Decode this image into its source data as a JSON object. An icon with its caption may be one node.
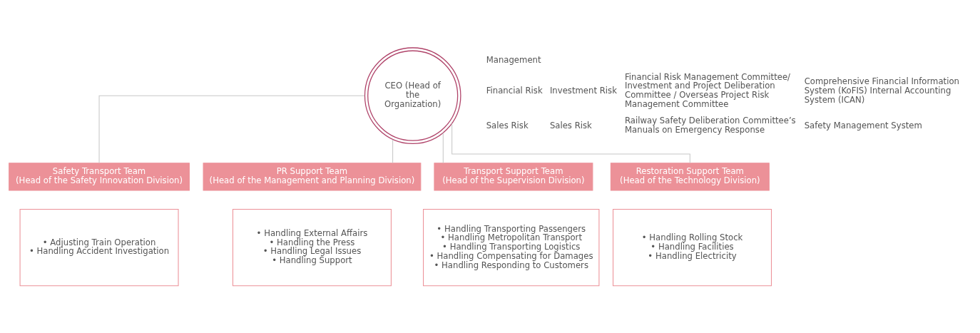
{
  "diagram": {
    "nodes": [
      {
        "text": [
          "CEO (Head of the Organization)"
        ]
      },
      {
        "text": [
          "Safety Transport Team",
          "(Head of the Safety Innovation Division)"
        ]
      },
      {
        "text": [
          "PR Support Team",
          "(Head of the Management and Planning Division)"
        ]
      },
      {
        "text": [
          "Transport Support Team",
          "(Head of the Supervision Division)"
        ]
      },
      {
        "text": [
          "Restoration Support Team",
          "(Head of the Technology Division)"
        ]
      },
      {
        "text": [
          "• Adjusting Train Operation",
          "• Handling Accident Investigation"
        ]
      },
      {
        "text": [
          "• Handling External Affairs",
          "• Handling the Press",
          "• Handling Legal Issues",
          "• Handling Support"
        ]
      },
      {
        "text": [
          "• Handling Transporting Passengers",
          "• Handling Metropolitan Transport",
          "• Handling Transporting Logistics",
          "• Handling Compensating for Damages",
          "• Handling Responding to Customers"
        ]
      },
      {
        "text": [
          "• Handling Rolling Stock",
          "• Handling Facilities",
          "• Handling Electricity"
        ]
      }
    ],
    "edges": [
      {
        "from": 0,
        "to": 1,
        "arrow": "none"
      },
      {
        "from": 0,
        "to": 2,
        "arrow": "none"
      },
      {
        "from": 0,
        "to": 3,
        "arrow": "none"
      },
      {
        "from": 0,
        "to": 4,
        "arrow": "none"
      }
    ],
    "labels": [
      "Management",
      "Financial Risk",
      "Investment Risk",
      "Financial Risk Management Committee/ Investment and Project Deliberation Committee / Overseas Project Risk Management Committee",
      "Comprehensive Financial Information System (KoFIS) Internal Accounting System (ICAN)",
      "Sales Risk",
      "Sales Risk",
      "Railway Safety Deliberation Committee’s Manuals on Emergency Response",
      "Safety Management System"
    ]
  }
}
